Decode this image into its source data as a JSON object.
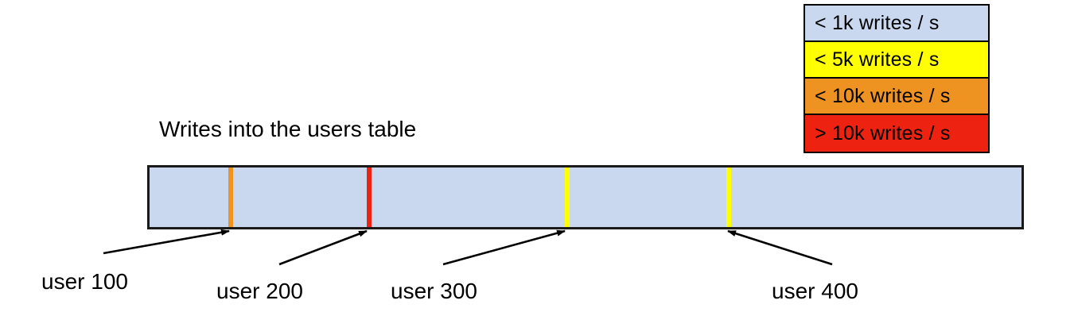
{
  "colors": {
    "tier_lt_1k": "#c9d8ef",
    "tier_lt_5k": "#ffff00",
    "tier_lt_10k": "#ee9322",
    "tier_gt_10k": "#ee2211",
    "outline": "#1a1a1a",
    "arrow": "#000000",
    "background": "#ffffff"
  },
  "legend": {
    "items": [
      {
        "label": "< 1k writes / s",
        "color": "#c9d8ef"
      },
      {
        "label": "< 5k writes / s",
        "color": "#ffff00"
      },
      {
        "label": "< 10k writes / s",
        "color": "#ee9322"
      },
      {
        "label": "> 10k writes / s",
        "color": "#ee2211"
      }
    ]
  },
  "diagram": {
    "title": "Writes into the users table",
    "bar": {
      "fill_color": "#c9d8ef",
      "base_tier": "< 1k writes / s"
    },
    "markers": [
      {
        "user": "user 100",
        "color": "#ee9322",
        "tier": "< 10k writes / s",
        "x_pct": 9.5
      },
      {
        "user": "user 200",
        "color": "#ee2211",
        "tier": "> 10k writes / s",
        "x_pct": 25.0
      },
      {
        "user": "user 300",
        "color": "#ffff00",
        "tier": "< 5k writes / s",
        "x_pct": 47.7
      },
      {
        "user": "user 400",
        "color": "#ffff00",
        "tier": "< 5k writes / s",
        "x_pct": 66.1
      }
    ],
    "labels": [
      {
        "text": "user 100"
      },
      {
        "text": "user 200"
      },
      {
        "text": "user 300"
      },
      {
        "text": "user 400"
      }
    ]
  },
  "chart_data": {
    "type": "bar",
    "title": "Writes into the users table",
    "xlabel": "",
    "ylabel": "",
    "categories": [
      "user 100",
      "user 200",
      "user 300",
      "user 400"
    ],
    "values": [
      "< 10k writes / s",
      "> 10k writes / s",
      "< 5k writes / s",
      "< 5k writes / s"
    ],
    "legend": [
      "< 1k writes / s",
      "< 5k writes / s",
      "< 10k writes / s",
      "> 10k writes / s"
    ],
    "legend_position": "top-right",
    "grid": false,
    "note": "Horizontal key-range bar; background fill is the < 1k writes / s tier, colored stripes mark hot users."
  }
}
